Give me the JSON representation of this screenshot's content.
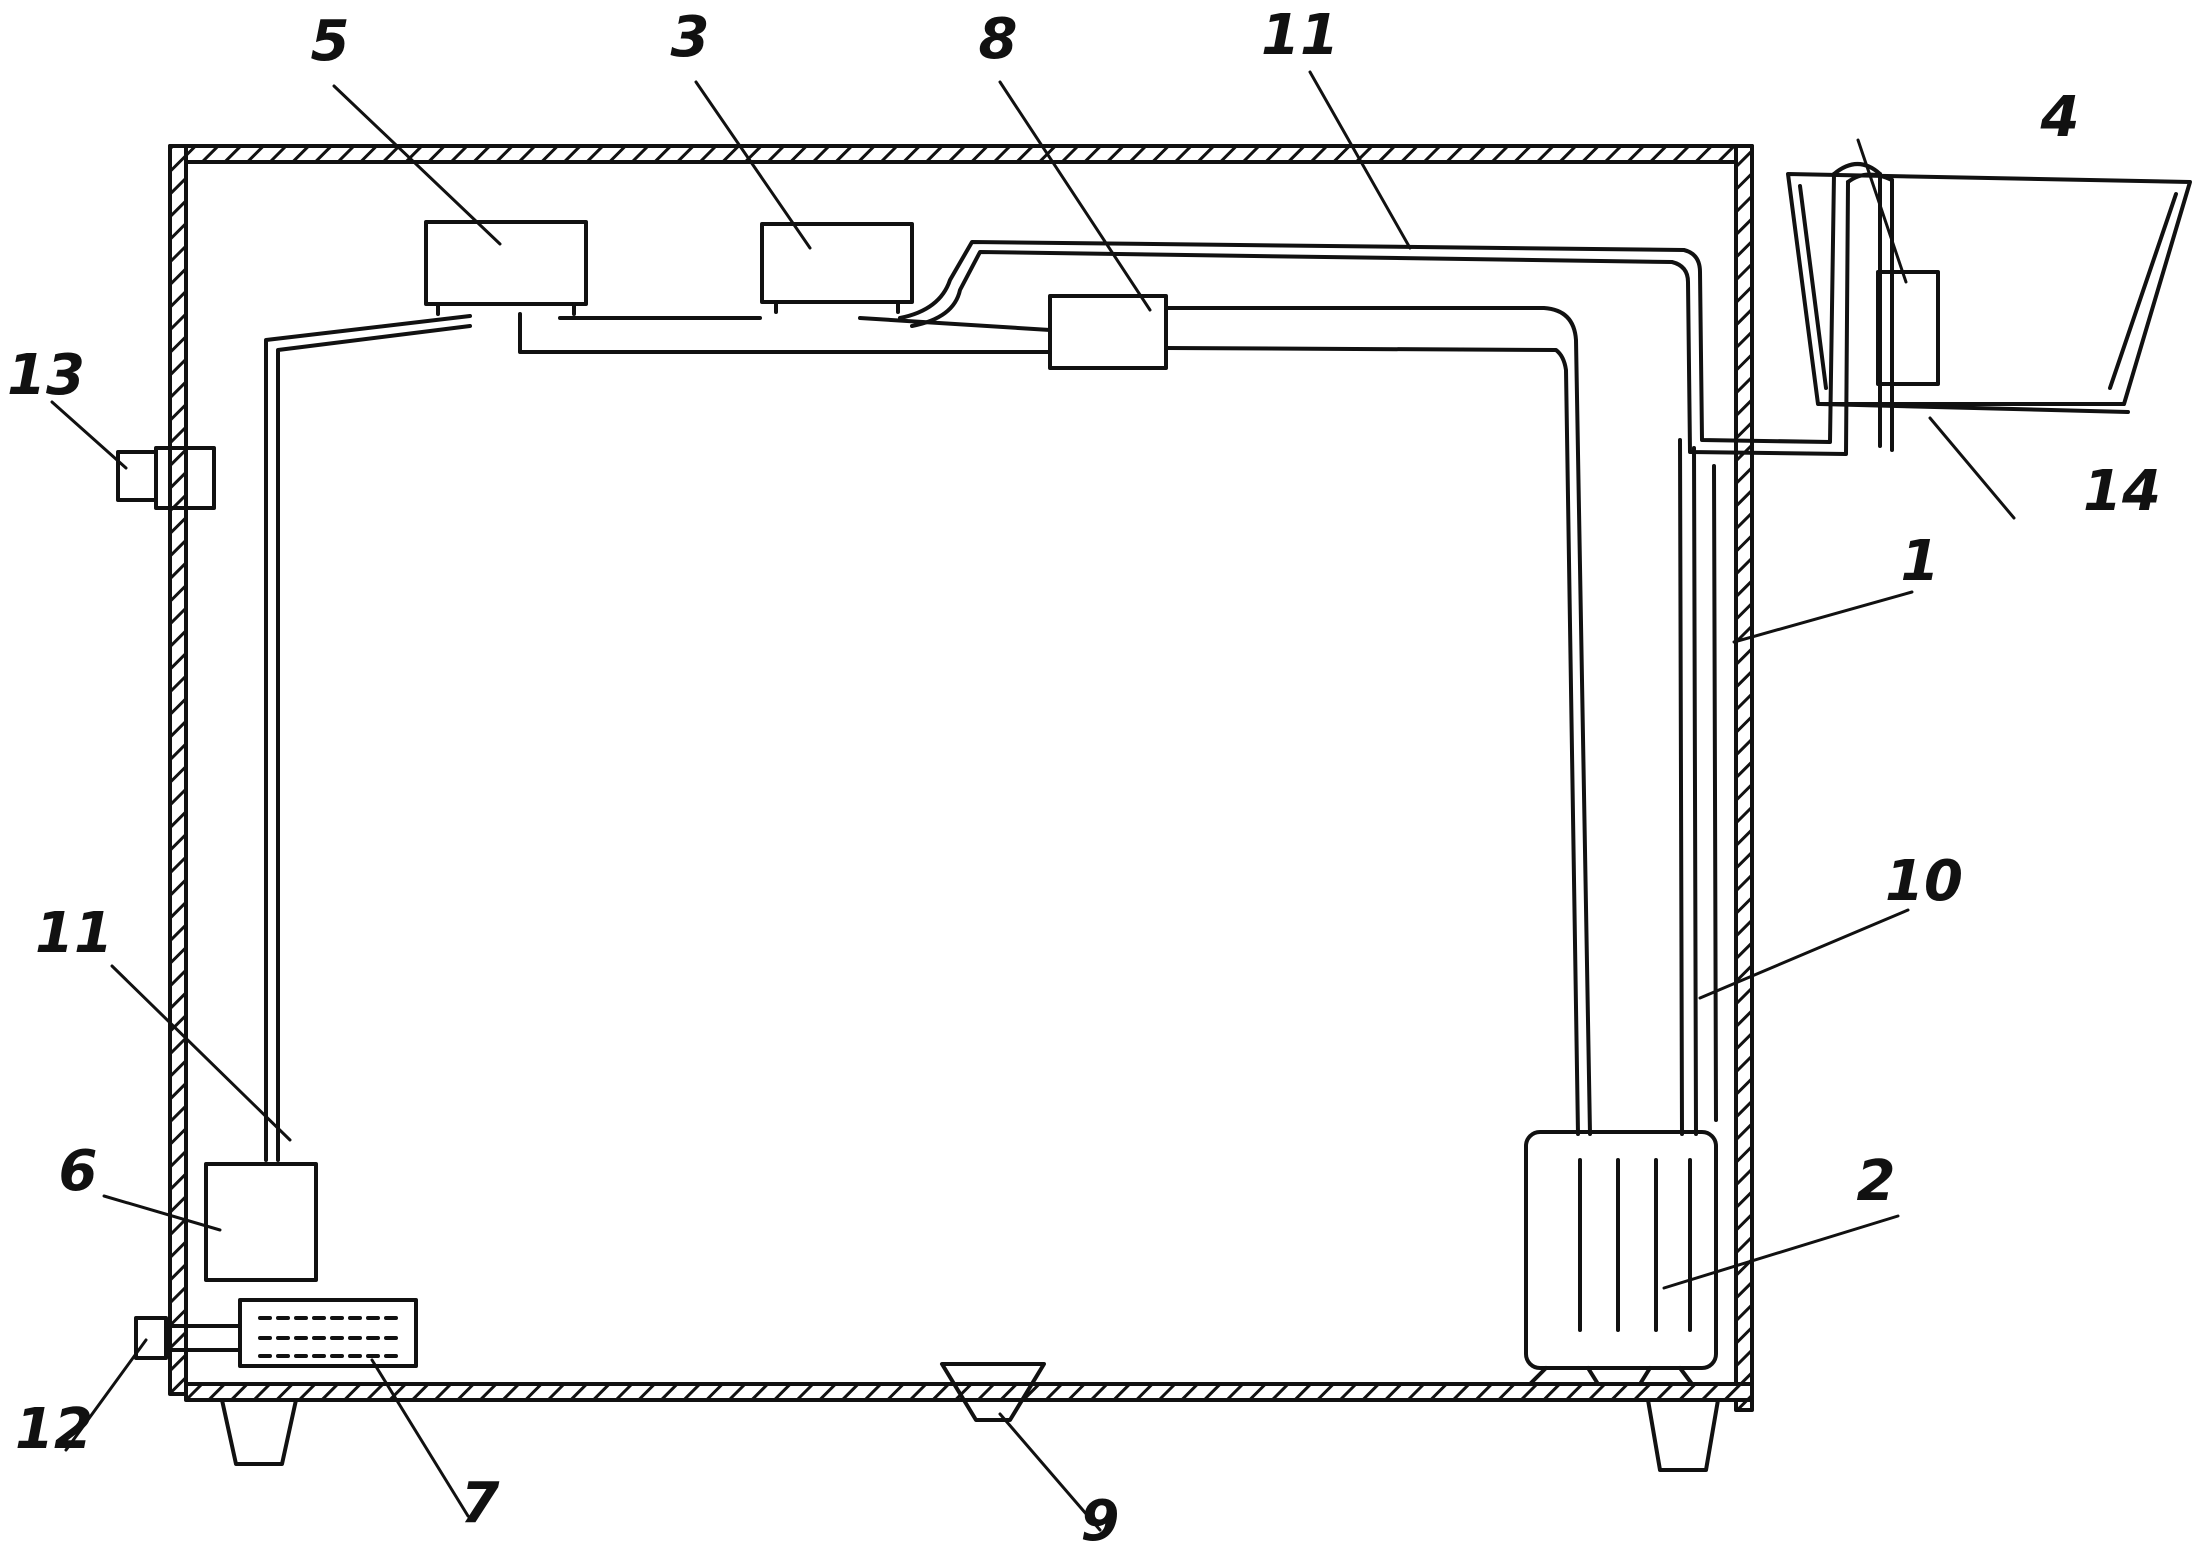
{
  "diagram": {
    "colors": {
      "ink": "#111111",
      "paper": "#ffffff"
    },
    "callouts": {
      "c1": "1",
      "c2": "2",
      "c3": "3",
      "c4": "4",
      "c5": "5",
      "c6": "6",
      "c7": "7",
      "c8": "8",
      "c9": "9",
      "c10": "10",
      "c11_top": "11",
      "c11_left": "11",
      "c12": "12",
      "c13": "13",
      "c14": "14"
    }
  }
}
